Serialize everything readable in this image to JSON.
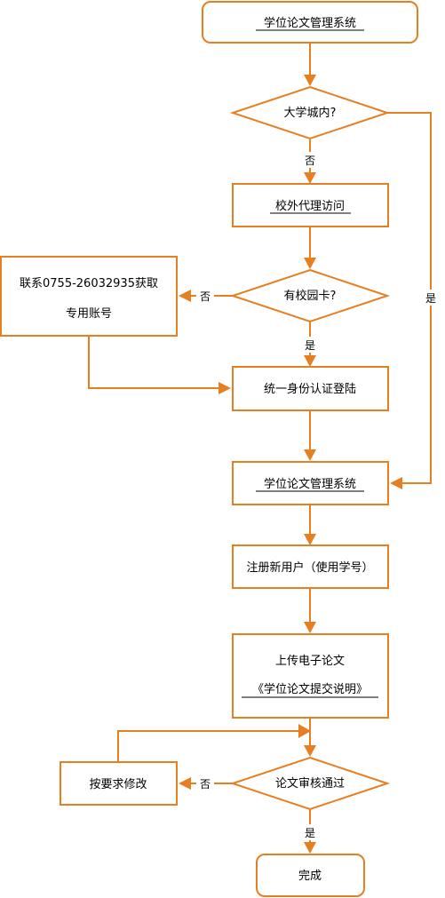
{
  "nodes": {
    "start": "学位论文管理系统",
    "in_campus": "大学城内?",
    "proxy": "校外代理访问",
    "has_card": "有校园卡?",
    "contact_line1": "联系0755-26032935获取",
    "contact_line2": "专用账号",
    "unified_login": "统一身份认证登陆",
    "system": "学位论文管理系统",
    "register": "注册新用户（使用学号）",
    "upload_line1": "上传电子论文",
    "upload_line2": "《学位论文提交说明》",
    "review": "论文审核通过",
    "revise": "按要求修改",
    "done": "完成"
  },
  "edges": {
    "campus_no": "否",
    "campus_yes": "是",
    "card_no": "否",
    "card_yes": "是",
    "review_no": "否",
    "review_yes": "是"
  },
  "colors": {
    "accent": "#e67e22"
  }
}
